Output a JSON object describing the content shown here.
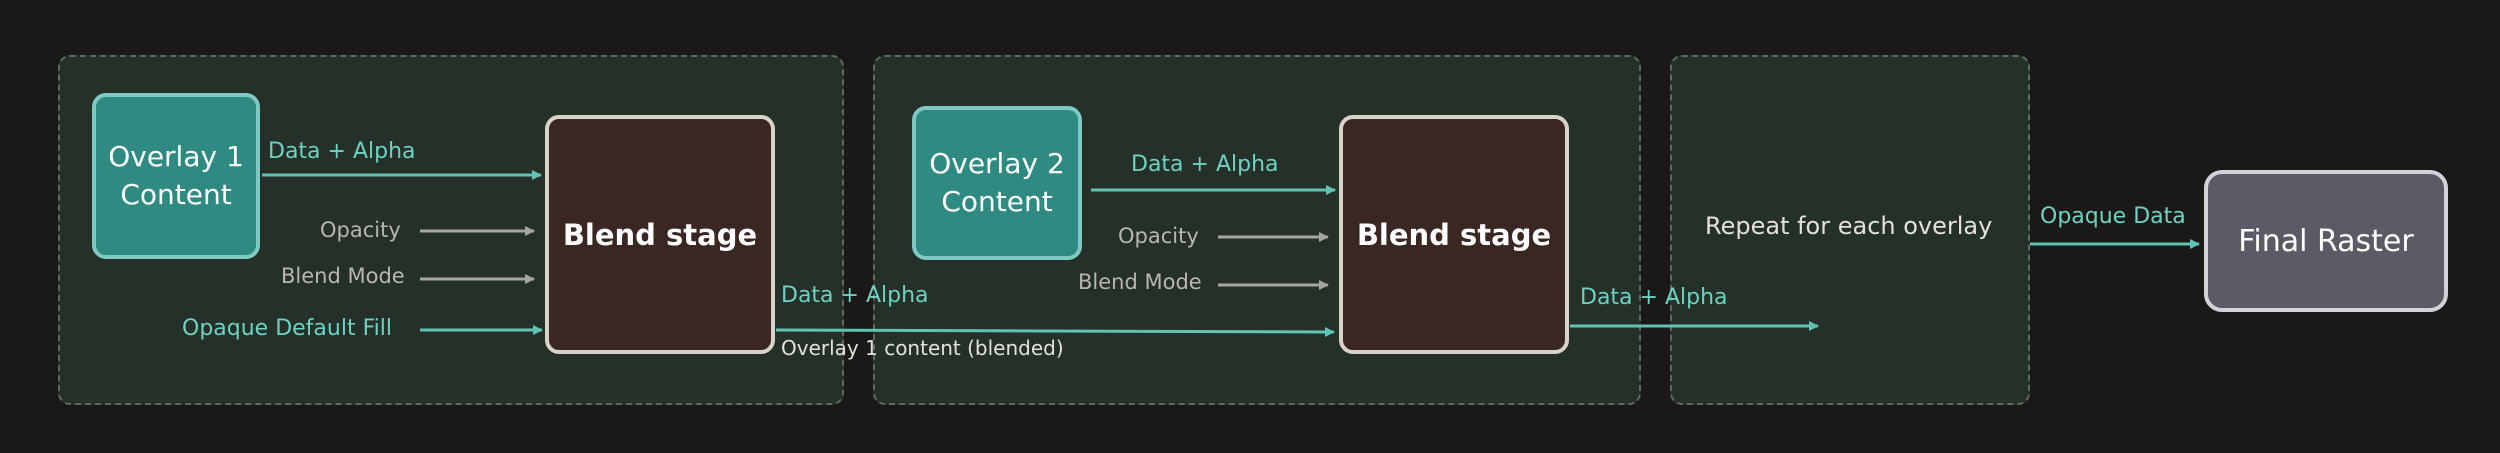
{
  "stage1": {
    "overlay_label": "Overlay 1 Content",
    "blend_label": "Blend stage",
    "data_alpha_label": "Data + Alpha",
    "opacity_label": "Opacity",
    "blend_mode_label": "Blend Mode",
    "opaque_fill_label": "Opaque Default Fill"
  },
  "stage2": {
    "overlay_label": "Overlay 2 Content",
    "blend_label": "Blend stage",
    "data_alpha_label": "Data + Alpha",
    "opacity_label": "Opacity",
    "blend_mode_label": "Blend Mode",
    "input_data_alpha_label": "Data + Alpha",
    "input_content_label": "Overlay 1 content (blended)"
  },
  "stage3": {
    "repeat_label": "Repeat for each overlay",
    "data_alpha_label": "Data + Alpha"
  },
  "output": {
    "opaque_data_label": "Opaque Data",
    "final_raster_label": "Final Raster"
  },
  "colors": {
    "background": "#1b1918",
    "panel": "#243028",
    "overlay_fill": "#2f8a82",
    "blend_fill": "#3a2623",
    "raster_fill": "#5a5b64",
    "teal_arrow": "#5fc3b4",
    "gray_arrow": "#a8a59e"
  }
}
